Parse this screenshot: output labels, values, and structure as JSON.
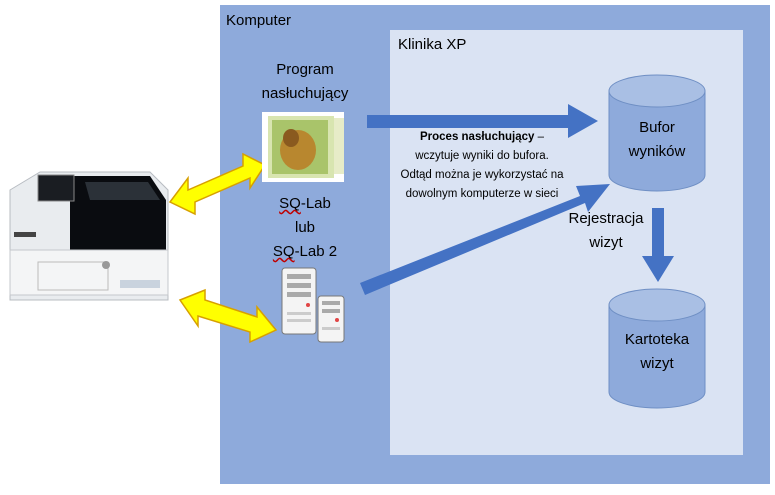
{
  "computer": {
    "title": "Komputer"
  },
  "clinic": {
    "title": "Klinika XP"
  },
  "listener": {
    "line1": "Program",
    "line2": "nasłuchujący"
  },
  "sqlab": {
    "part1": "SQ",
    "part2": "-Lab",
    "or": "lub",
    "part3": "SQ",
    "part4": "-Lab 2"
  },
  "process": {
    "bold": "Proces nasłuchujący",
    "dash": " –",
    "line2": "wczytuje wyniki do bufora.",
    "line3": "Odtąd można je wykorzystać na",
    "line4": "dowolnym komputerze w sieci"
  },
  "buffer": {
    "line1": "Bufor",
    "line2": "wyników"
  },
  "registration": {
    "line1": "Rejestracja",
    "line2": "wizyt"
  },
  "cards": {
    "line1": "Kartoteka",
    "line2": "wizyt"
  },
  "colors": {
    "computer_bg": "#8eaadb",
    "clinic_bg": "#dae3f3",
    "arrow_blue": "#4472c4",
    "arrow_yellow": "#ffff00",
    "cylinder": "#8eaadb"
  }
}
